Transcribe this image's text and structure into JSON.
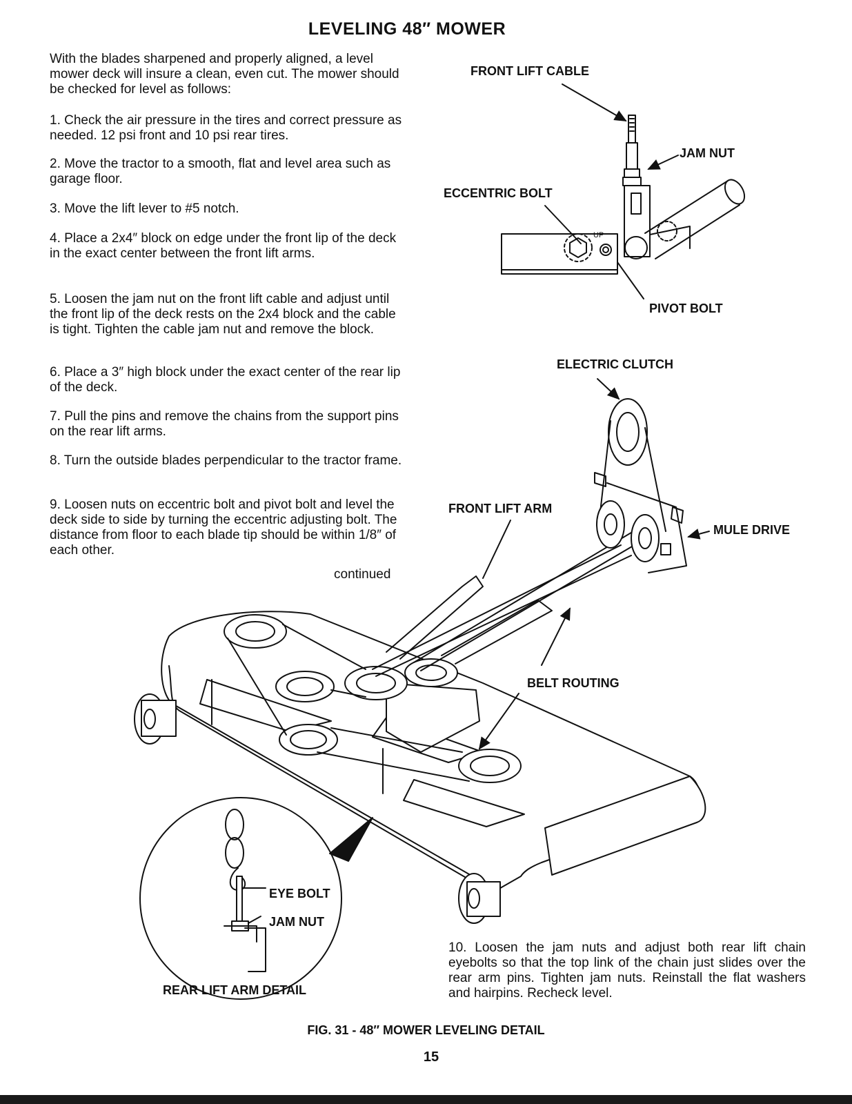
{
  "title": "LEVELING 48″ MOWER",
  "intro": "With the blades sharpened and properly aligned, a level mower deck will insure a clean, even cut. The mower should be checked for level as follows:",
  "steps": [
    "1. Check the air pressure in the tires and correct pressure as needed. 12 psi front and 10 psi rear tires.",
    "2. Move the tractor to a smooth, flat and level area such as garage floor.",
    "3. Move the lift lever to #5 notch.",
    "4. Place a 2x4″ block on edge under the front lip of the deck in the exact center between the front lift arms.",
    "5. Loosen the jam nut on the front lift cable and adjust until the front lip of the deck rests on the 2x4 block and the cable is tight. Tighten the cable jam nut and remove the block.",
    "6. Place a 3″ high block under the exact center of the rear lip of the deck.",
    "7. Pull the pins and remove the chains from the support pins on the rear lift arms.",
    "8. Turn the outside blades perpendicular to the tractor frame.",
    "9. Loosen nuts on eccentric bolt and pivot bolt and level the deck side to side by turning the eccentric adjusting bolt. The distance from floor to each blade tip should be within 1/8″ of each other.",
    "10. Loosen the jam nuts and adjust both rear lift chain eyebolts so that the top link of the chain just slides over the rear arm pins. Tighten jam nuts. Reinstall the flat washers and hairpins. Recheck level."
  ],
  "continued": "continued",
  "labels": {
    "front_lift_cable": "FRONT LIFT CABLE",
    "jam_nut_top": "JAM NUT",
    "eccentric_bolt": "ECCENTRIC BOLT",
    "up": "UP",
    "pivot_bolt": "PIVOT BOLT",
    "electric_clutch": "ELECTRIC CLUTCH",
    "front_lift_arm": "FRONT LIFT ARM",
    "mule_drive": "MULE DRIVE",
    "belt_routing": "BELT ROUTING",
    "eye_bolt": "EYE BOLT",
    "jam_nut_detail": "JAM NUT",
    "rear_lift_arm_detail": "REAR LIFT ARM DETAIL"
  },
  "caption": "FIG. 31 - 48″ MOWER LEVELING DETAIL",
  "page_number": "15"
}
